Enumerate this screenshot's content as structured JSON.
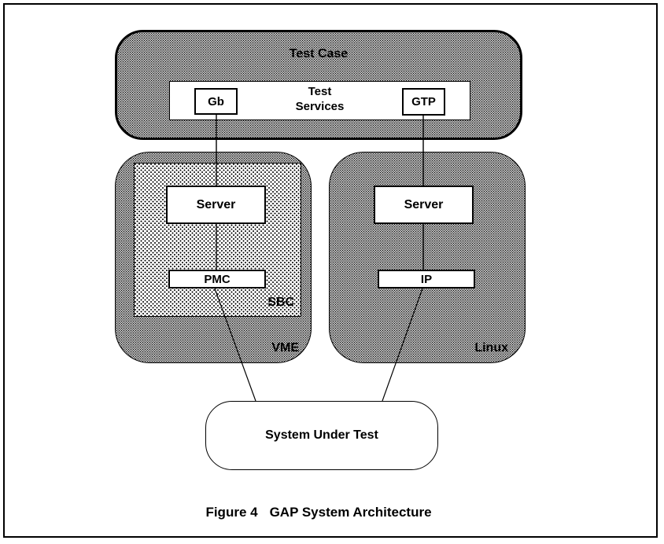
{
  "figure": {
    "caption": {
      "figure_label": "Figure 4",
      "title": "GAP System Architecture"
    }
  },
  "nodes": {
    "test_case": {
      "label": "Test Case"
    },
    "test_services": {
      "line1": "Test",
      "line2": "Services"
    },
    "gb": {
      "label": "Gb"
    },
    "gtp": {
      "label": "GTP"
    },
    "vme": {
      "label": "VME"
    },
    "sbc": {
      "label": "SBC"
    },
    "server_vme": {
      "label": "Server"
    },
    "pmc": {
      "label": "PMC"
    },
    "linux": {
      "label": "Linux"
    },
    "server_linux": {
      "label": "Server"
    },
    "ip": {
      "label": "IP"
    },
    "system_under_test": {
      "label": "System Under Test"
    }
  },
  "edges": [
    {
      "from": "Gb",
      "to": "Server (VME/SBC)"
    },
    {
      "from": "Server (VME/SBC)",
      "to": "PMC"
    },
    {
      "from": "GTP",
      "to": "Server (Linux)"
    },
    {
      "from": "Server (Linux)",
      "to": "IP"
    },
    {
      "from": "PMC",
      "to": "System Under Test"
    },
    {
      "from": "IP",
      "to": "System Under Test"
    }
  ],
  "colors": {
    "line": "#000000",
    "text": "#000000",
    "box_fill": "#ffffff",
    "background": "#ffffff"
  }
}
